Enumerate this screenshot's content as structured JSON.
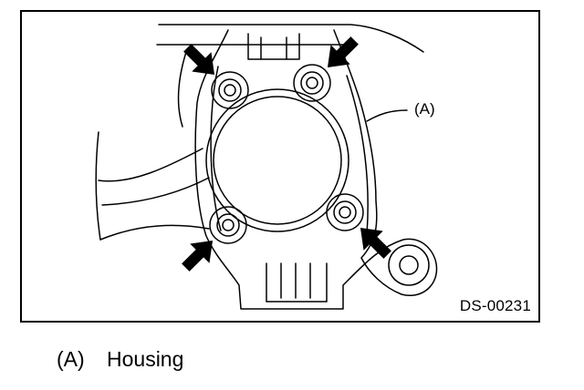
{
  "figure": {
    "code": "DS-00231",
    "callout_label": "(A)"
  },
  "legend": {
    "key": "(A)",
    "text": "Housing"
  },
  "colors": {
    "line": "#000000",
    "background": "#ffffff"
  }
}
